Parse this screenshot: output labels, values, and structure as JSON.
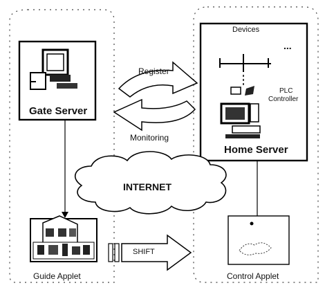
{
  "labels": {
    "devices": "Devices",
    "dots": "...",
    "plc_controller_line1": "PLC",
    "plc_controller_line2": "Controller",
    "gate_server": "Gate Server",
    "home_server": "Home Server",
    "register": "Register",
    "monitoring": "Monitoring",
    "internet": "INTERNET",
    "shift": "SHIFT",
    "guide_applet": "Guide Applet",
    "control_applet": "Control Applet"
  },
  "icons": {
    "gate_computer": "computer-icon",
    "home_computer": "computer-icon",
    "plc": "plc-device-icon",
    "guide_applet_image": "house-icon",
    "control_applet_image": "applet-panel-icon"
  }
}
